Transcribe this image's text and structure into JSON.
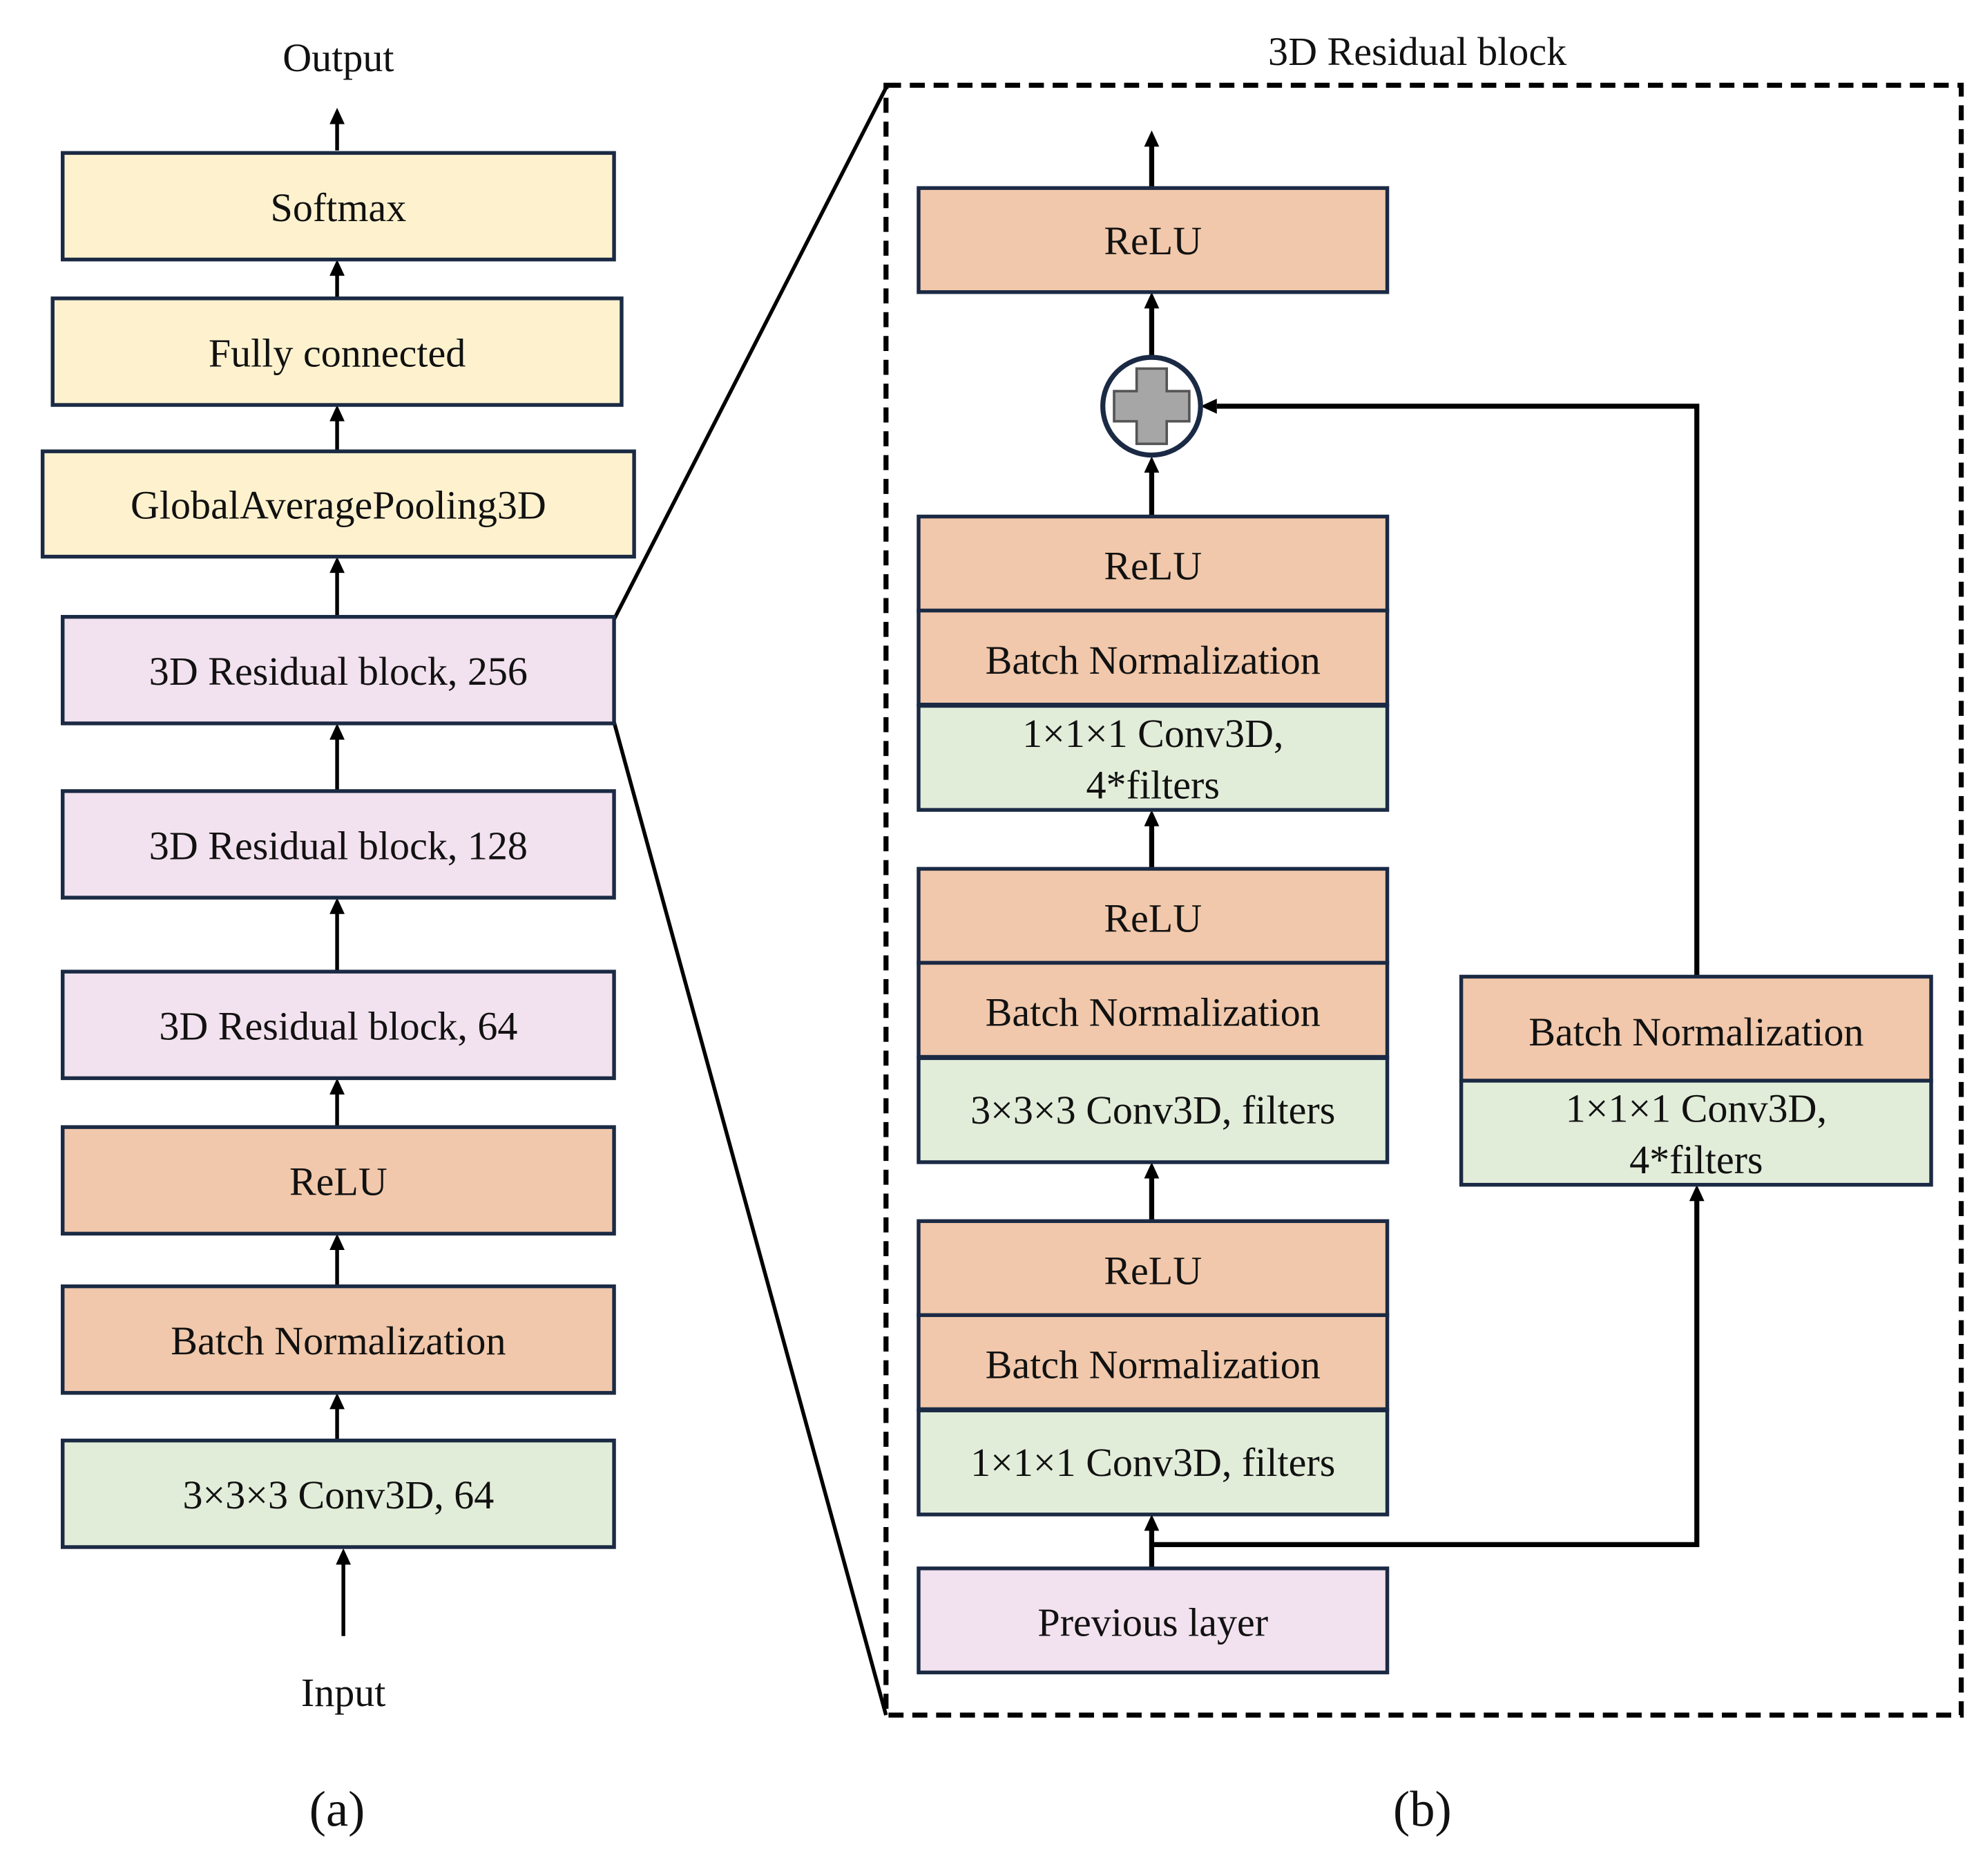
{
  "colors": {
    "yellow": "#FEF2CE",
    "pink": "#F2E1EE",
    "orange": "#F1C8AB",
    "green": "#E2EDD9",
    "border": "#1B2A44",
    "plus_fill": "#A6A6A6"
  },
  "left_panel": {
    "top_label": "Output",
    "bottom_label": "Input",
    "caption": "(a)",
    "layers": [
      {
        "label": "Softmax",
        "color": "yellow"
      },
      {
        "label": "Fully connected",
        "color": "yellow"
      },
      {
        "label": "GlobalAveragePooling3D",
        "color": "yellow"
      },
      {
        "label": "3D Residual block, 256",
        "color": "pink"
      },
      {
        "label": "3D Residual block, 128",
        "color": "pink"
      },
      {
        "label": "3D Residual block, 64",
        "color": "pink"
      },
      {
        "label": "ReLU",
        "color": "orange"
      },
      {
        "label": "Batch Normalization",
        "color": "orange"
      },
      {
        "label": "3×3×3 Conv3D, 64",
        "color": "green"
      }
    ]
  },
  "right_panel": {
    "title": "3D Residual block",
    "caption": "(b)",
    "output_relu": "ReLU",
    "add_icon": "plus-icon",
    "main_path": [
      {
        "relu": "ReLU",
        "bn": "Batch Normalization",
        "conv": [
          "1×1×1 Conv3D,",
          "4*filters"
        ]
      },
      {
        "relu": "ReLU",
        "bn": "Batch Normalization",
        "conv": [
          "3×3×3 Conv3D, filters"
        ]
      },
      {
        "relu": "ReLU",
        "bn": "Batch Normalization",
        "conv": [
          "1×1×1 Conv3D, filters"
        ]
      }
    ],
    "shortcut": {
      "bn": "Batch Normalization",
      "conv": [
        "1×1×1 Conv3D,",
        "4*filters"
      ]
    },
    "previous_layer": "Previous layer"
  }
}
